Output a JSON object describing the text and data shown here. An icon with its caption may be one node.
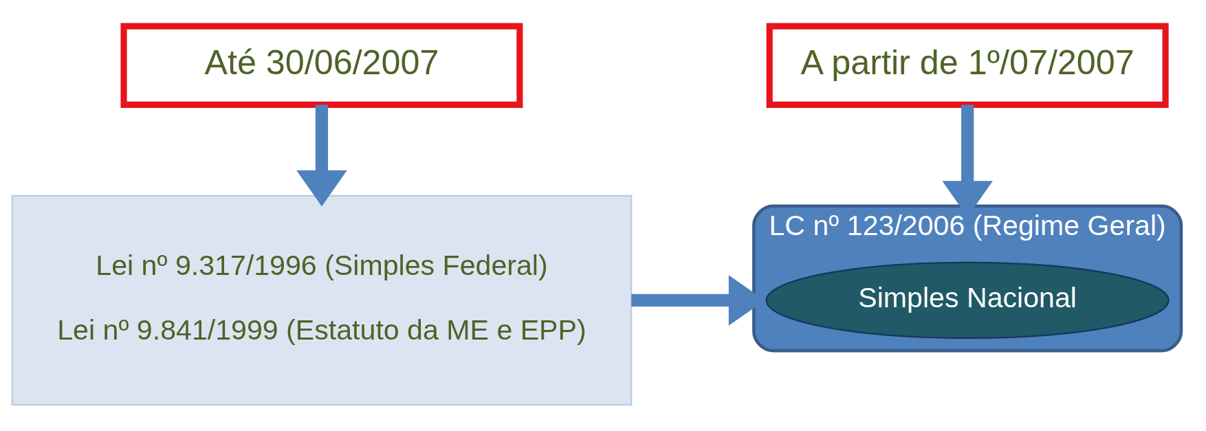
{
  "diagram": {
    "nodes": [
      {
        "text": [
          "Até 30/06/2007"
        ]
      },
      {
        "text": [
          "A partir de 1º/07/2007"
        ]
      },
      {
        "text": [
          "Lei nº 9.317/1996 (Simples Federal)",
          "Lei nº 9.841/1999 (Estatuto da ME e EPP)"
        ]
      },
      {
        "text": [
          "LC nº 123/2006 (Regime Geral)"
        ]
      },
      {
        "text": [
          "Simples Nacional"
        ],
        "in": 3
      }
    ],
    "edges": [
      {
        "from": 0,
        "to": 2,
        "arrow": "to"
      },
      {
        "from": 1,
        "to": 3,
        "arrow": "to"
      },
      {
        "from": 2,
        "to": 3,
        "arrow": "to"
      }
    ]
  }
}
